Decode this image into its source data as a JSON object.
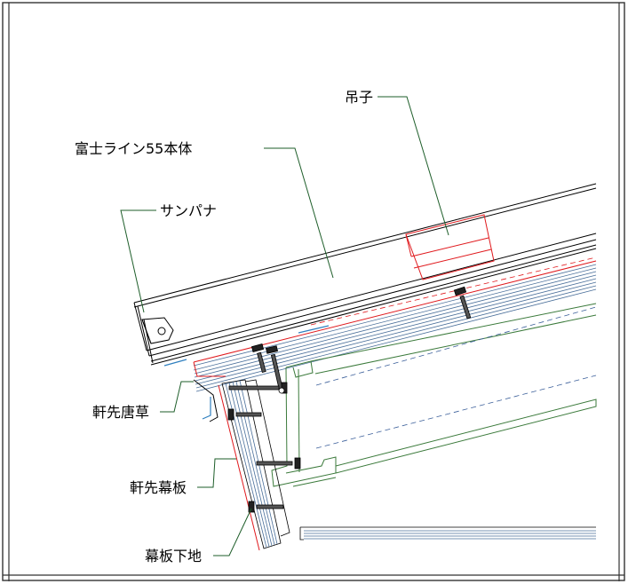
{
  "diagram": {
    "labels": {
      "tsuriko": "吊子",
      "fuji_line_main": "富士ライン55本体",
      "sanpana": "サンパナ",
      "nokisaki_karakusa": "軒先唐草",
      "nokisaki_makuita": "軒先幕板",
      "makuita_shitaji": "幕板下地"
    },
    "colors": {
      "line": "#000000",
      "leader": "#1e5e2a",
      "red": "#e0191d",
      "blue": "#2f7fbf",
      "board": "#4a6f9a",
      "green": "#3b7a3b",
      "frame": "#333333"
    }
  }
}
